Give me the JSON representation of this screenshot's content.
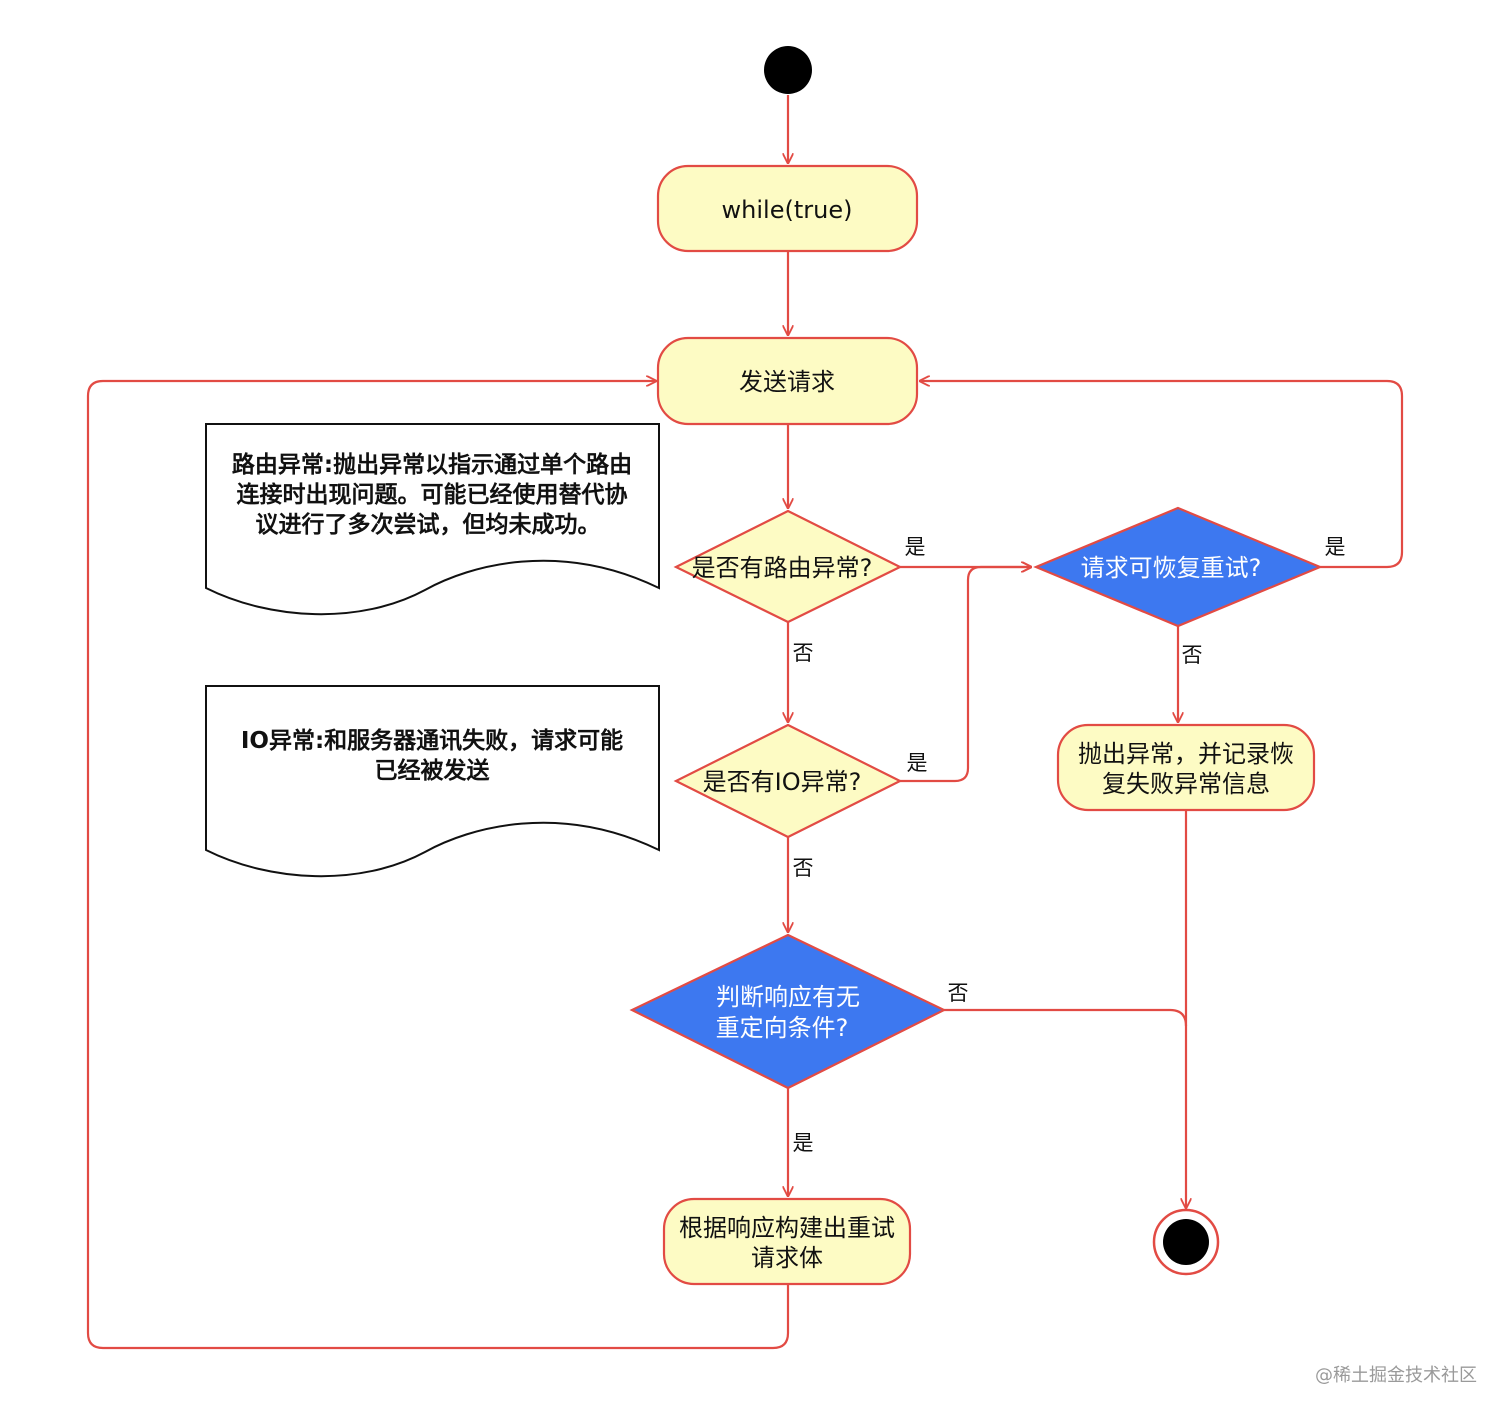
{
  "diagram": {
    "nodes": {
      "while": "while(true)",
      "send": "发送请求",
      "route_decision": "是否有路由异常?",
      "io_decision": "是否有IO异常?",
      "recover_decision": "请求可恢复重试?",
      "redirect_decision": [
        "判断响应有无",
        "重定向条件?"
      ],
      "throw": [
        "抛出异常，并记录恢",
        "复失败异常信息"
      ],
      "build": [
        "根据响应构建出重试",
        "请求体"
      ]
    },
    "notes": {
      "route_note": [
        "路由异常:抛出异常以指示通过单个路由",
        "连接时出现问题。可能已经使用替代协",
        "议进行了多次尝试，但均未成功。"
      ],
      "io_note": [
        "IO异常:和服务器通讯失败，请求可能",
        "已经被发送"
      ]
    },
    "edge_labels": {
      "route_yes": "是",
      "route_no": "否",
      "io_yes": "是",
      "io_no": "否",
      "recover_yes": "是",
      "recover_no": "否",
      "redirect_no": "否",
      "redirect_yes": "是"
    },
    "colors": {
      "stroke": "#e24b44",
      "activity_fill": "#fdfbc4",
      "decision_blue": "#3d78f0",
      "node_black": "#000000"
    }
  },
  "watermark": "@稀土掘金技术社区"
}
